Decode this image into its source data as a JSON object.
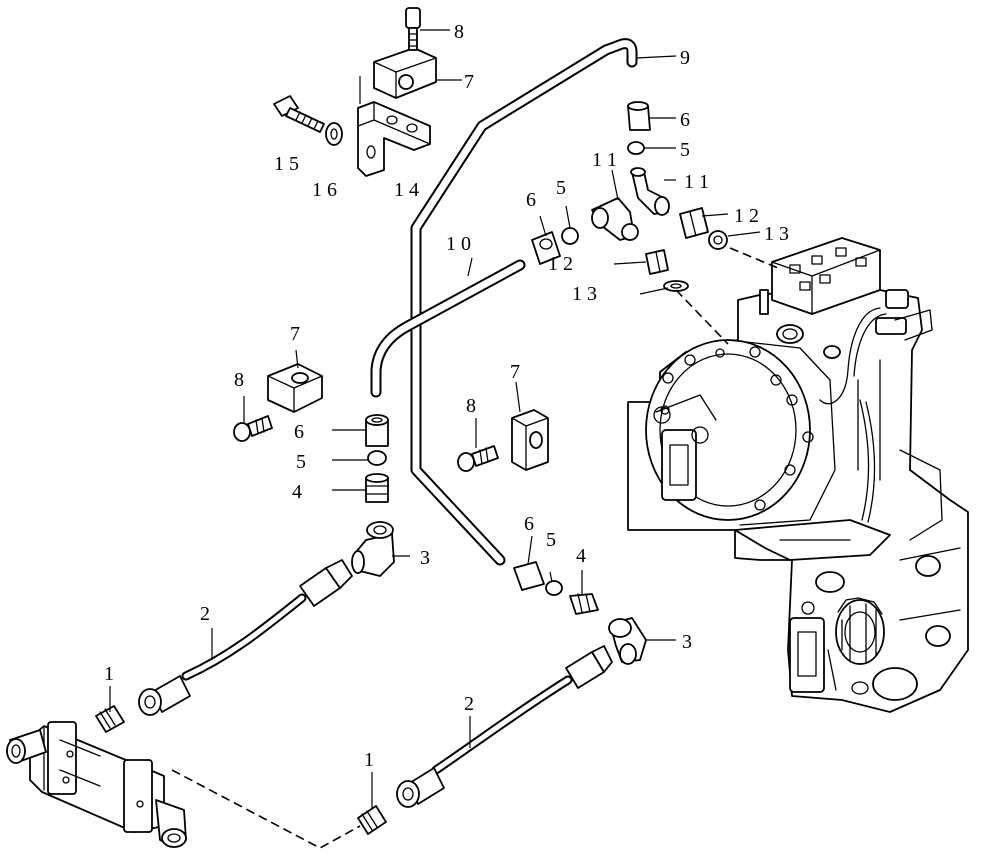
{
  "labels": {
    "p1": "1",
    "p2": "2",
    "p3": "3",
    "p4": "4",
    "p5": "5",
    "p6": "6",
    "p7": "7",
    "p8": "8",
    "p9": "9",
    "p10": "1 0",
    "p11": "1 1",
    "p12": "1 2",
    "p13": "1 3",
    "p14": "1 4",
    "p15": "1 5",
    "p16": "1 6"
  }
}
